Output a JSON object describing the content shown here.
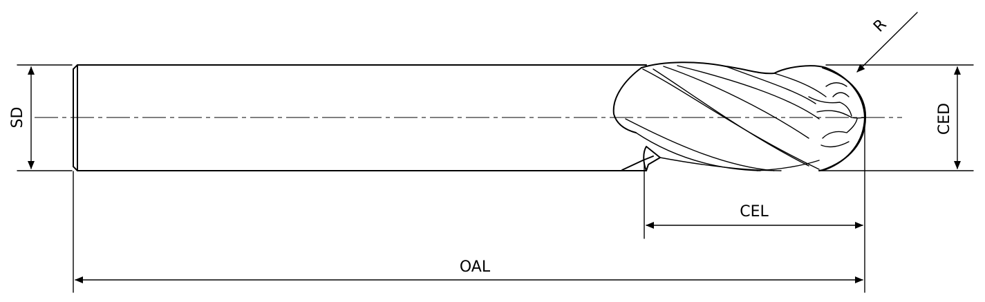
{
  "labels": {
    "shank_diameter": "SD",
    "cutting_edge_diameter": "CED",
    "cutting_edge_length": "CEL",
    "overall_length": "OAL",
    "radius": "R"
  },
  "colors": {
    "line": "#000000",
    "centerline": "#555555",
    "background": "#ffffff"
  }
}
